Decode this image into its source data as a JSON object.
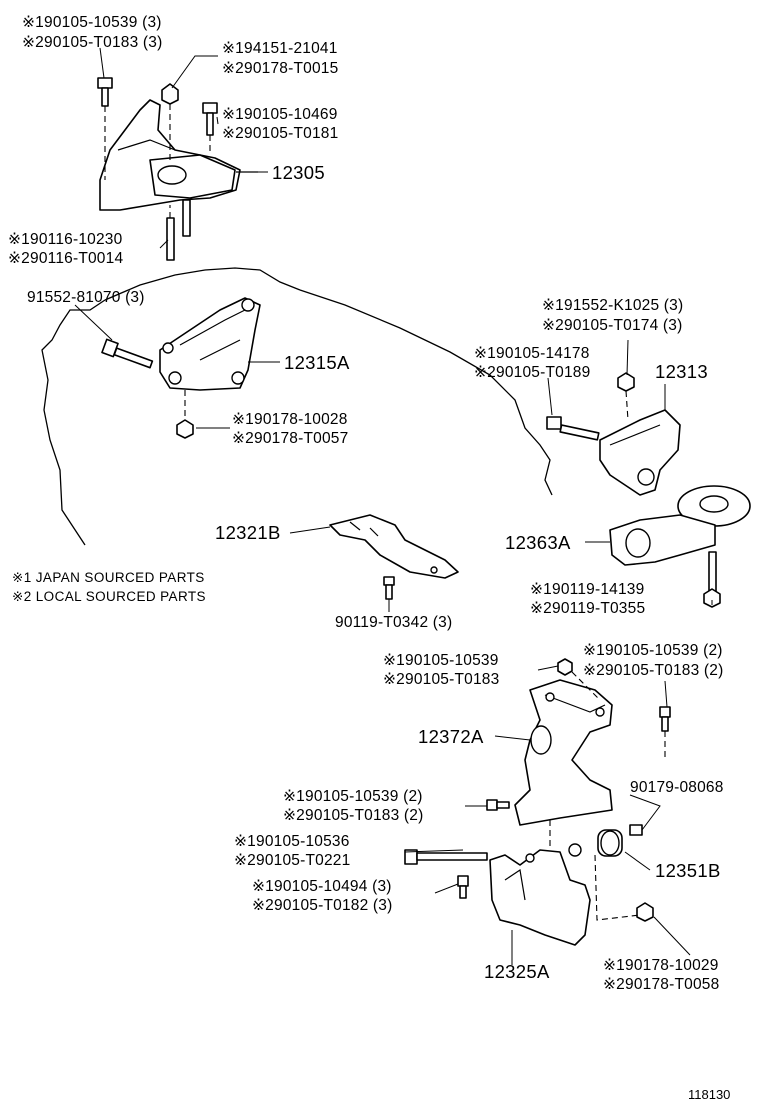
{
  "parts": {
    "p_12305": {
      "callout": "12305",
      "bolt_a": [
        "※190105-10539 (3)",
        "※290105-T0183 (3)"
      ],
      "nut_a": [
        "※194151-21041",
        "※290178-T0015"
      ],
      "bolt_b": [
        "※190105-10469",
        "※290105-T0181"
      ],
      "stud": [
        "※190116-10230",
        "※290116-T0014"
      ]
    },
    "p_12315A": {
      "callout": "12315A",
      "bolt": "91552-81070 (3)",
      "nut": [
        "※190178-10028",
        "※290178-T0057"
      ]
    },
    "p_12313": {
      "callout": "12313",
      "bolt_a": [
        "※191552-K1025 (3)",
        "※290105-T0174 (3)"
      ],
      "bolt_b": [
        "※190105-14178",
        "※290105-T0189"
      ]
    },
    "p_12363A": {
      "callout": "12363A",
      "bolt": [
        "※190119-14139",
        "※290119-T0355"
      ]
    },
    "p_12321B": {
      "callout": "12321B",
      "bolt": "90119-T0342 (3)"
    },
    "p_12372A": {
      "callout": "12372A",
      "bolt_a": [
        "※190105-10539",
        "※290105-T0183"
      ],
      "bolt_b": [
        "※190105-10539 (2)",
        "※290105-T0183 (2)"
      ],
      "bolt_c": [
        "※190105-10539 (2)",
        "※290105-T0183 (2)"
      ]
    },
    "p_12351B": {
      "callout": "12351B",
      "bolt": "90179-08068",
      "nut": [
        "※190178-10029",
        "※290178-T0058"
      ]
    },
    "p_12325A": {
      "callout": "12325A",
      "bolt_a": [
        "※190105-10536",
        "※290105-T0221"
      ],
      "bolt_b": [
        "※190105-10494 (3)",
        "※290105-T0182 (3)"
      ]
    }
  },
  "legend": [
    "※1 JAPAN SOURCED PARTS",
    "※2 LOCAL SOURCED PARTS"
  ],
  "figure_number": "118130"
}
